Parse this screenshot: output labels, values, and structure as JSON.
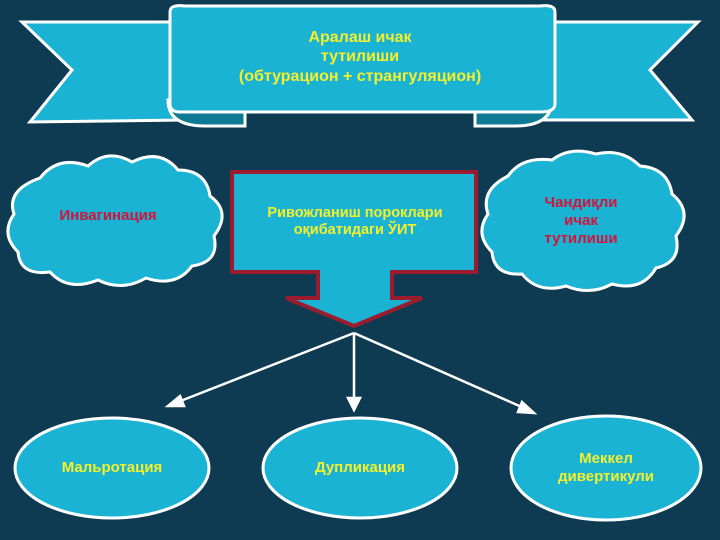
{
  "title": {
    "line1": "Аралаш ичак",
    "line2": "тутилиши",
    "line3": "(обтурацион + странгуляцион)"
  },
  "left_cloud": {
    "label": "Инвагинация"
  },
  "right_cloud": {
    "line1": "Чандиқли",
    "line2": "ичак",
    "line3": "тутилиши"
  },
  "center_box": {
    "line1": "Ривожланиш пороклари",
    "line2": "оқибатидаги ЎИТ"
  },
  "ovals": {
    "left": {
      "label": "Мальротация"
    },
    "middle": {
      "label": "Дупликация"
    },
    "right": {
      "line1": "Меккел",
      "line2": "дивертикули"
    }
  },
  "colors": {
    "background": "#0e3b52",
    "shape_fill": "#1bb3d4",
    "outline": "#ffffff",
    "box_border": "#9b1c2e",
    "heading_text": "#f5f02a",
    "accent_text": "#d4123a"
  }
}
